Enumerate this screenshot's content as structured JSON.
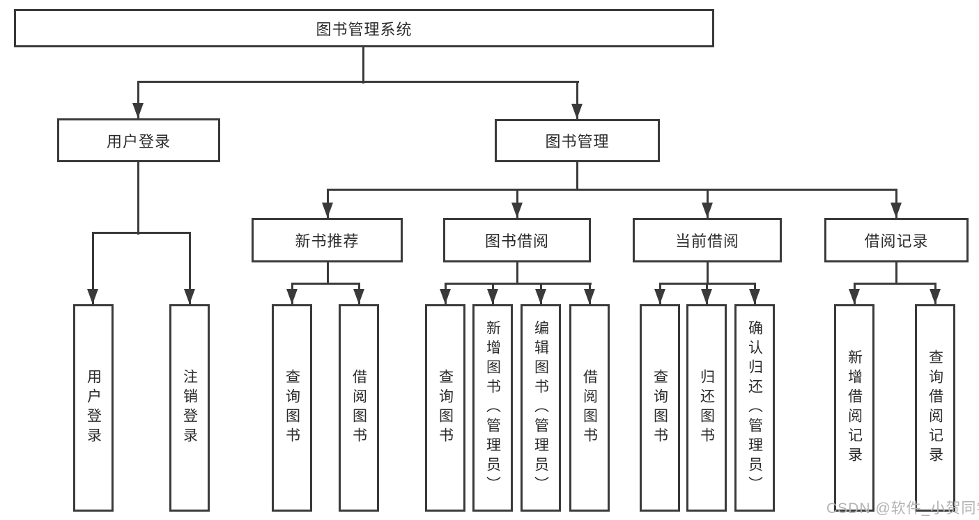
{
  "tree": {
    "label": "图书管理系统",
    "children": [
      {
        "label": "用户登录",
        "children": [
          {
            "label": "用户登录"
          },
          {
            "label": "注销登录"
          }
        ]
      },
      {
        "label": "图书管理",
        "children": [
          {
            "label": "新书推荐",
            "children": [
              {
                "label": "查询图书"
              },
              {
                "label": "借阅图书"
              }
            ]
          },
          {
            "label": "图书借阅",
            "children": [
              {
                "label": "查询图书"
              },
              {
                "label": "新增图书（管理员）"
              },
              {
                "label": "编辑图书（管理员）"
              },
              {
                "label": "借阅图书"
              }
            ]
          },
          {
            "label": "当前借阅",
            "children": [
              {
                "label": "查询图书"
              },
              {
                "label": "归还图书"
              },
              {
                "label": "确认归还（管理员）"
              }
            ]
          },
          {
            "label": "借阅记录",
            "children": [
              {
                "label": "新增借阅记录"
              },
              {
                "label": "查询借阅记录"
              }
            ]
          }
        ]
      }
    ]
  },
  "watermark": {
    "text": "CSDN @软件_小贺同学"
  },
  "colors": {
    "line": "#3a3a3a",
    "text": "#2b2b2b",
    "box_fill": "#ffffff",
    "background": "#ffffff",
    "watermark": "#b3b3b3"
  }
}
